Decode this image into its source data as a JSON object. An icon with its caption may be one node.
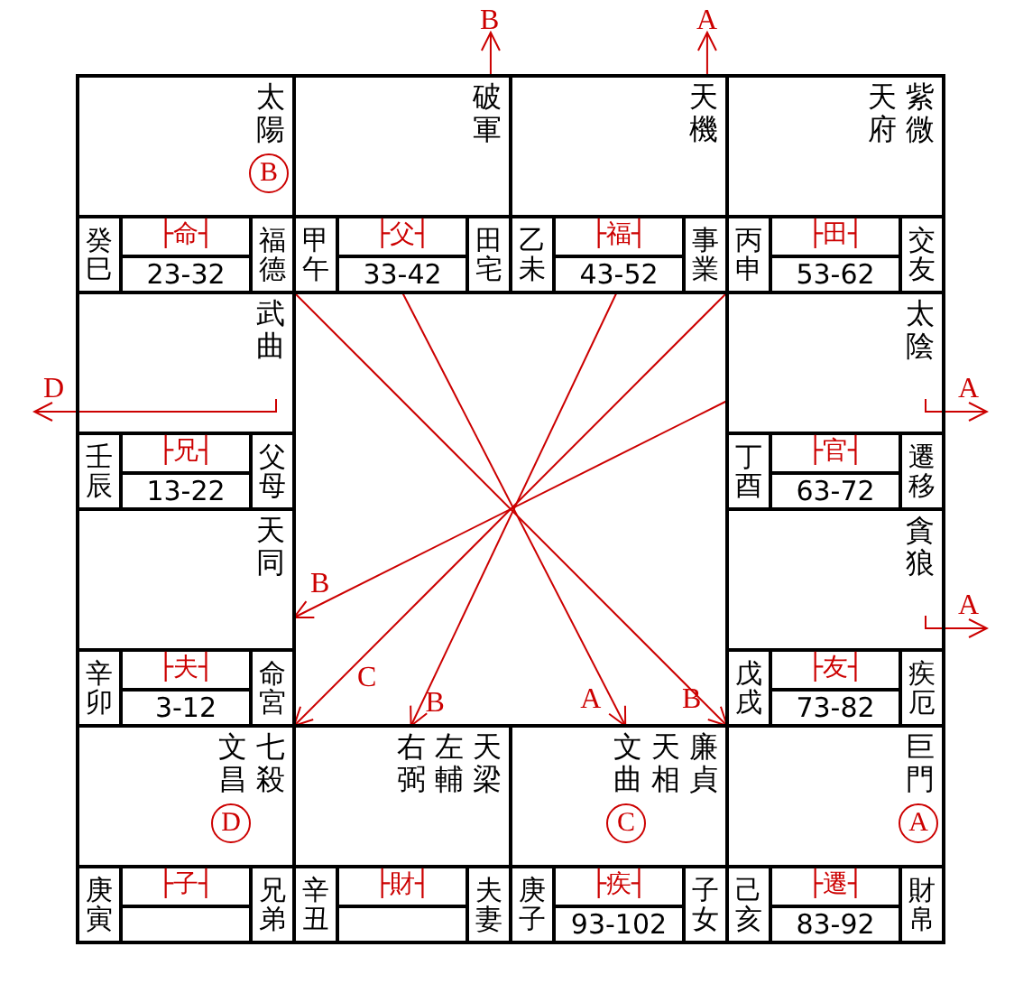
{
  "diagram": {
    "nodes": [
      {
        "text": [
          "太陽"
        ]
      },
      {
        "text": [
          "B"
        ],
        "in": 0
      },
      {
        "text": [
          "癸巳"
        ],
        "in": 0
      },
      {
        "text": [
          "├命┤"
        ],
        "in": 0
      },
      {
        "text": [
          "23-32"
        ],
        "in": 0
      },
      {
        "text": [
          "福德"
        ],
        "in": 0
      },
      {
        "text": [
          "破軍"
        ]
      },
      {
        "text": [
          "甲午"
        ],
        "in": 6
      },
      {
        "text": [
          "├父┤"
        ],
        "in": 6
      },
      {
        "text": [
          "33-42"
        ],
        "in": 6
      },
      {
        "text": [
          "田宅"
        ],
        "in": 6
      },
      {
        "text": [
          "天機"
        ]
      },
      {
        "text": [
          "乙未"
        ],
        "in": 11
      },
      {
        "text": [
          "├福┤"
        ],
        "in": 11
      },
      {
        "text": [
          "43-52"
        ],
        "in": 11
      },
      {
        "text": [
          "事業"
        ],
        "in": 11
      },
      {
        "text": [
          "天府",
          "紫微"
        ]
      },
      {
        "text": [
          "丙申"
        ],
        "in": 16
      },
      {
        "text": [
          "├田┤"
        ],
        "in": 16
      },
      {
        "text": [
          "53-62"
        ],
        "in": 16
      },
      {
        "text": [
          "交友"
        ],
        "in": 16
      },
      {
        "text": [
          "武曲"
        ]
      },
      {
        "text": [
          "壬辰"
        ],
        "in": 21
      },
      {
        "text": [
          "├兄┤"
        ],
        "in": 21
      },
      {
        "text": [
          "13-22"
        ],
        "in": 21
      },
      {
        "text": [
          "父母"
        ],
        "in": 21
      },
      {
        "text": [
          "太陰"
        ]
      },
      {
        "text": [
          "丁酉"
        ],
        "in": 26
      },
      {
        "text": [
          "├官┤"
        ],
        "in": 26
      },
      {
        "text": [
          "63-72"
        ],
        "in": 26
      },
      {
        "text": [
          "遷移"
        ],
        "in": 26
      },
      {
        "text": [
          "天同"
        ]
      },
      {
        "text": [
          "辛卯"
        ],
        "in": 31
      },
      {
        "text": [
          "├夫┤"
        ],
        "in": 31
      },
      {
        "text": [
          "3-12"
        ],
        "in": 31
      },
      {
        "text": [
          "命宮"
        ],
        "in": 31
      },
      {
        "text": [
          "貪狼"
        ]
      },
      {
        "text": [
          "戊戌"
        ],
        "in": 36
      },
      {
        "text": [
          "├友┤"
        ],
        "in": 36
      },
      {
        "text": [
          "73-82"
        ],
        "in": 36
      },
      {
        "text": [
          "疾厄"
        ],
        "in": 36
      },
      {
        "text": [
          "文昌",
          "七殺"
        ]
      },
      {
        "text": [
          "D"
        ],
        "in": 41
      },
      {
        "text": [
          "庚寅"
        ],
        "in": 41
      },
      {
        "text": [
          "├子┤"
        ],
        "in": 41
      },
      {
        "text": [
          "兄弟"
        ],
        "in": 41
      },
      {
        "text": [
          "右弼",
          "左輔",
          "天梁"
        ]
      },
      {
        "text": [
          "辛丑"
        ],
        "in": 46
      },
      {
        "text": [
          "├財┤"
        ],
        "in": 46
      },
      {
        "text": [
          "夫妻"
        ],
        "in": 46
      },
      {
        "text": [
          "文曲",
          "天相",
          "廉貞"
        ]
      },
      {
        "text": [
          "C"
        ],
        "in": 50
      },
      {
        "text": [
          "庚子"
        ],
        "in": 50
      },
      {
        "text": [
          "├疾┤"
        ],
        "in": 50
      },
      {
        "text": [
          "93-102"
        ],
        "in": 50
      },
      {
        "text": [
          "子女"
        ],
        "in": 50
      },
      {
        "text": [
          "巨門"
        ]
      },
      {
        "text": [
          "A"
        ],
        "in": 56
      },
      {
        "text": [
          "己亥"
        ],
        "in": 56
      },
      {
        "text": [
          "├遷┤"
        ],
        "in": 56
      },
      {
        "text": [
          "83-92"
        ],
        "in": 56
      },
      {
        "text": [
          "財帛"
        ],
        "in": 56
      }
    ],
    "edges": [
      {
        "from": 0,
        "to": 56,
        "arrow": "to",
        "label": "B"
      },
      {
        "from": 6,
        "to": 50,
        "arrow": "to",
        "label": "A"
      },
      {
        "from": 11,
        "to": 46,
        "arrow": "to",
        "label": "B"
      },
      {
        "from": 16,
        "to": 41,
        "arrow": "to",
        "label": "C"
      },
      {
        "from": 26,
        "to": 31,
        "arrow": "to",
        "label": "B"
      },
      {
        "from": 6,
        "to": null,
        "arrow": "to",
        "label": "B"
      },
      {
        "from": 11,
        "to": null,
        "arrow": "to",
        "label": "A"
      },
      {
        "from": 21,
        "to": null,
        "arrow": "to",
        "label": "D"
      },
      {
        "from": 26,
        "to": null,
        "arrow": "to",
        "label": "A"
      },
      {
        "from": 36,
        "to": null,
        "arrow": "to",
        "label": "A"
      }
    ]
  }
}
